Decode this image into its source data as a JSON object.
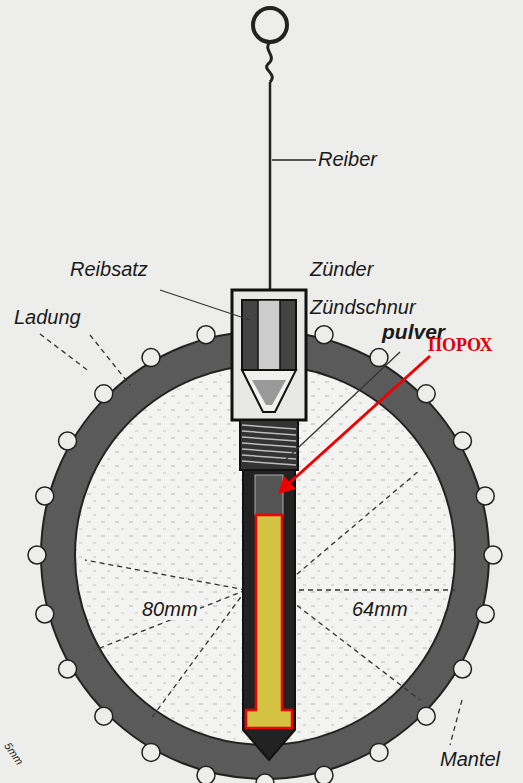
{
  "diagram": {
    "labels": [
      "Reiber",
      "Reibsatz",
      "Zünder",
      "Zündschnur",
      "Ladung",
      "pulver",
      "ПОРОХ",
      "80mm",
      "64mm",
      "5mm",
      "Mantel"
    ]
  }
}
